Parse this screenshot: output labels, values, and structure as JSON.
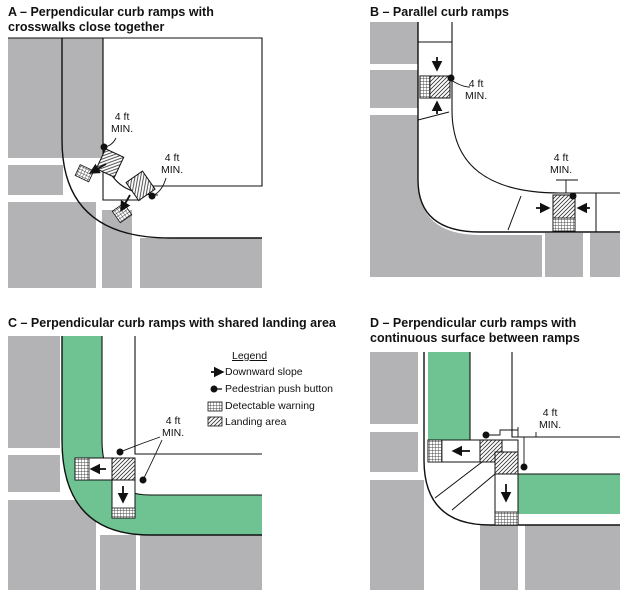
{
  "colors": {
    "gray": "#B3B3B5",
    "green": "#6FC393",
    "ink": "#111111"
  },
  "panels": {
    "a": {
      "title": "A – Perpendicular curb ramps with\ncrosswalks close together",
      "dim1": "4 ft\nMIN.",
      "dim2": "4 ft\nMIN."
    },
    "b": {
      "title": "B – Parallel curb ramps",
      "dim1": "4 ft\nMIN.",
      "dim2": "4 ft\nMIN."
    },
    "c": {
      "title": "C – Perpendicular curb ramps with shared landing area",
      "dim1": "4 ft\nMIN."
    },
    "d": {
      "title": "D – Perpendicular curb ramps with\ncontinuous surface between ramps",
      "dim1": "4 ft\nMIN."
    }
  },
  "legend": {
    "heading": "Legend",
    "items": [
      {
        "label": "Downward slope",
        "icon": "arrow-icon"
      },
      {
        "label": "Pedestrian push button",
        "icon": "push-button-icon"
      },
      {
        "label": "Detectable warning",
        "icon": "crosshatch-icon"
      },
      {
        "label": "Landing area",
        "icon": "diagonal-hatch-icon"
      }
    ]
  }
}
